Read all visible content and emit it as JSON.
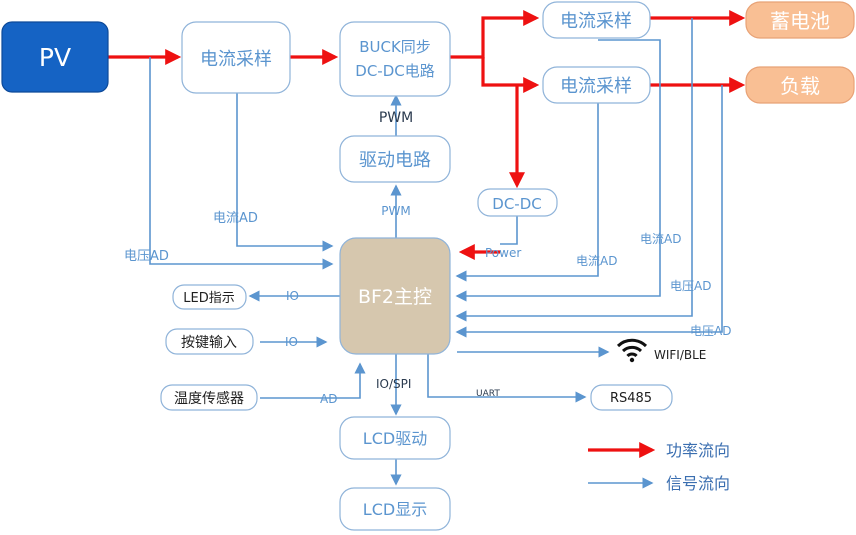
{
  "colors": {
    "pv_fill": "#1563c4",
    "main_fill": "#d6c7ae",
    "output_fill": "#f9bf94",
    "power_arrow": "#ee1111",
    "signal_arrow": "#5b95cf",
    "box_stroke": "#8fb3d9",
    "box_text": "#5b95cf"
  },
  "nodes": {
    "pv": "PV",
    "current_sampling_in": "电流采样",
    "buck_line1": "BUCK同步",
    "buck_line2": "DC-DC电路",
    "current_sampling_battery": "电流采样",
    "current_sampling_load": "电流采样",
    "battery": "蓄电池",
    "load": "负载",
    "driver": "驱动电路",
    "dcdc": "DC-DC",
    "main": "BF2主控",
    "led": "LED指示",
    "key_input": "按键输入",
    "temp_sensor": "温度传感器",
    "lcd_driver": "LCD驱动",
    "lcd_display": "LCD显示",
    "rs485": "RS485",
    "wifi_icon": "wifi-icon"
  },
  "labels": {
    "pwm_upper": "PWM",
    "pwm_lower": "PWM",
    "current_ad_left": "电流AD",
    "voltage_ad_left": "电压AD",
    "power": "Power",
    "current_ad_load": "电流AD",
    "current_ad_battery": "电流AD",
    "voltage_ad_battery": "电压AD",
    "voltage_ad_load": "电压AD",
    "io_led": "IO",
    "io_key": "IO",
    "ad_temp": "AD",
    "io_spi": "IO/SPI",
    "uart": "UART",
    "wifi": "WIFI/BLE"
  },
  "legend": {
    "power_flow": "功率流向",
    "signal_flow": "信号流向"
  }
}
